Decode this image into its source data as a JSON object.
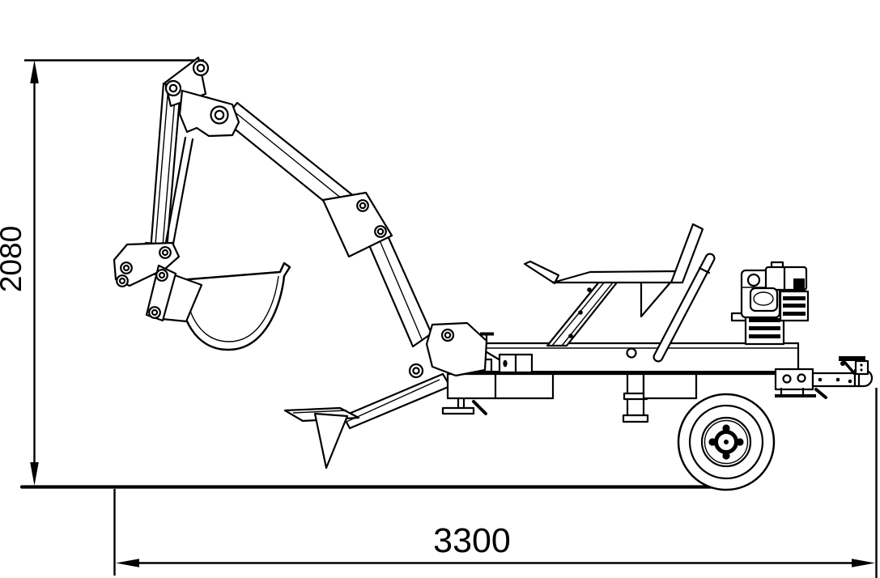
{
  "diagram": {
    "subject": "towable mini backhoe excavator, technical side-view line drawing",
    "background_color": "#ffffff",
    "line_color": "#000000",
    "dimensions": {
      "height": {
        "label": "2080",
        "orientation": "vertical-left"
      },
      "length": {
        "label": "3300",
        "orientation": "horizontal-bottom"
      }
    },
    "parts": [
      "bucket",
      "bucket-linkage",
      "dipper-arm",
      "link-rod",
      "boom",
      "boom-bracket",
      "swing-mount",
      "outrigger",
      "trailer-frame",
      "jack-stand",
      "seat",
      "seat-strut",
      "backrest",
      "control-lever",
      "engine",
      "wheel",
      "tow-bar",
      "hitch-coupler",
      "hitch-stand",
      "ground-line"
    ]
  }
}
